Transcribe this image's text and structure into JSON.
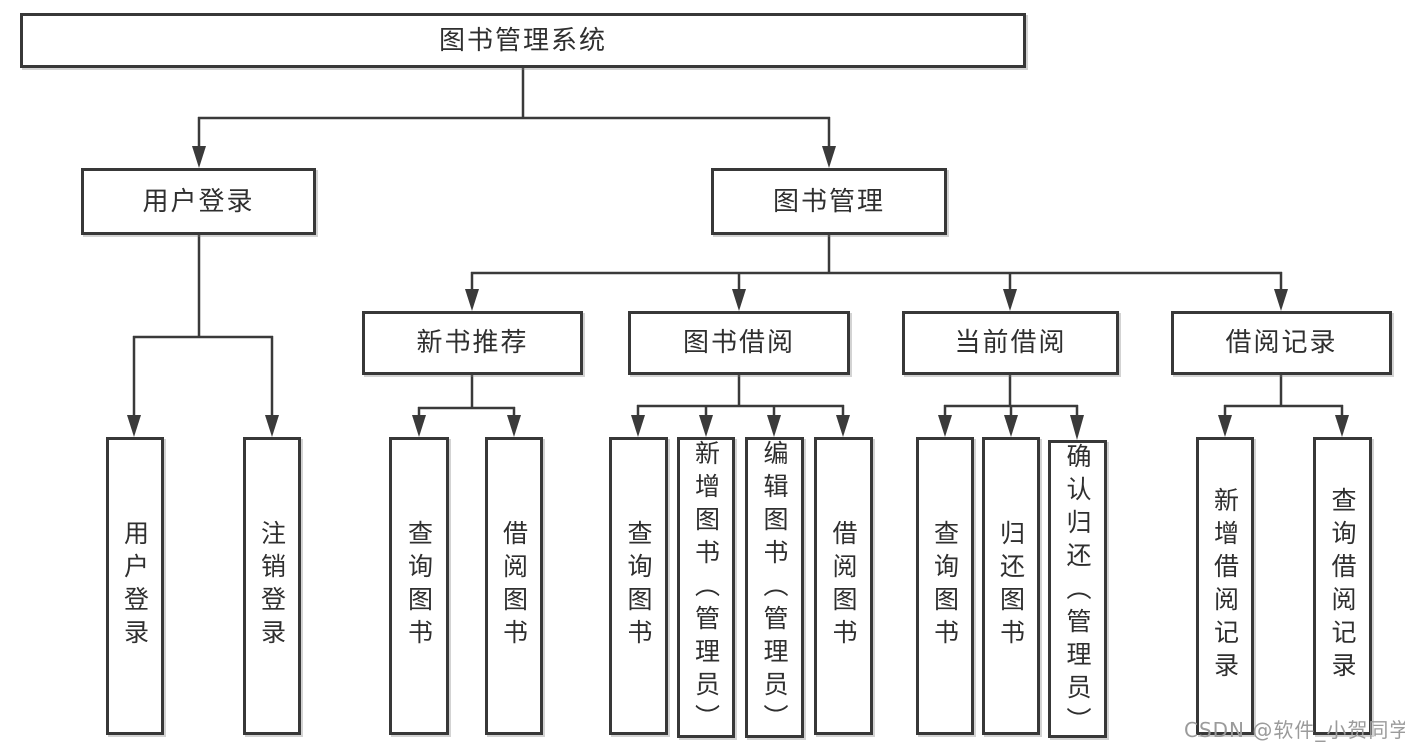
{
  "diagram": {
    "root": {
      "label": "图书管理系统"
    },
    "level2": [
      {
        "label": "用户登录"
      },
      {
        "label": "图书管理"
      }
    ],
    "level3": [
      {
        "label": "新书推荐"
      },
      {
        "label": "图书借阅"
      },
      {
        "label": "当前借阅"
      },
      {
        "label": "借阅记录"
      }
    ],
    "leaves": [
      {
        "label": "用户登录"
      },
      {
        "label": "注销登录"
      },
      {
        "label": "查询图书"
      },
      {
        "label": "借阅图书"
      },
      {
        "label": "查询图书"
      },
      {
        "label": "新增图书（管理员）"
      },
      {
        "label": "编辑图书（管理员）"
      },
      {
        "label": "借阅图书"
      },
      {
        "label": "查询图书"
      },
      {
        "label": "归还图书"
      },
      {
        "label": "确认归还（管理员）"
      },
      {
        "label": "新增借阅记录"
      },
      {
        "label": "查询借阅记录"
      }
    ],
    "colors": {
      "line": "#3a3a3a",
      "box_border": "#383838",
      "text": "#2f2f2f",
      "background": "#ffffff",
      "watermark": "#9b9b9b"
    },
    "watermark": {
      "text": "CSDN @软件_小贺同学"
    }
  }
}
